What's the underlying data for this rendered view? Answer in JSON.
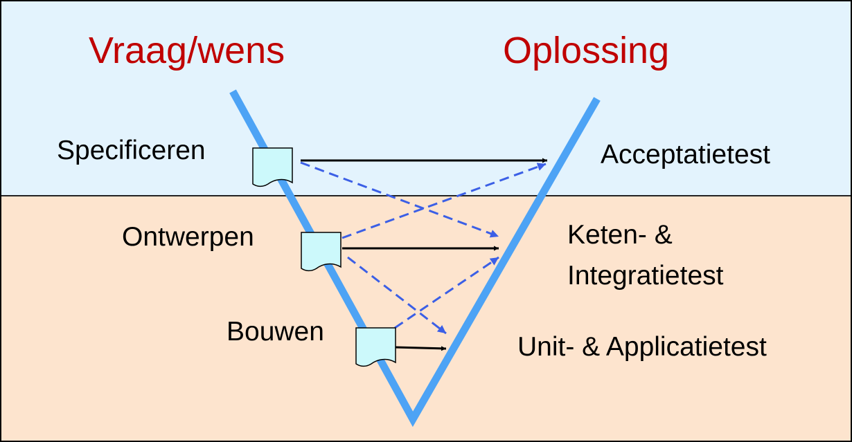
{
  "headings": {
    "left": "Vraag/wens",
    "right": "Oplossing"
  },
  "left_stages": [
    "Specificeren",
    "Ontwerpen",
    "Bouwen"
  ],
  "right_stages": {
    "acceptance": "Acceptatietest",
    "chain_line1": "Keten- &",
    "chain_line2": "Integratietest",
    "unit": "Unit- & Applicatietest"
  },
  "colors": {
    "heading": "#c00000",
    "v_line": "#4da3f5",
    "dashed_arrow": "#3b5fe6",
    "solid_arrow": "#000000",
    "document_fill": "#ccf9fb",
    "top_band": "#e3f3fd",
    "bottom_band": "#fde4ce"
  },
  "icons": [
    "document-icon",
    "arrow-icon"
  ]
}
